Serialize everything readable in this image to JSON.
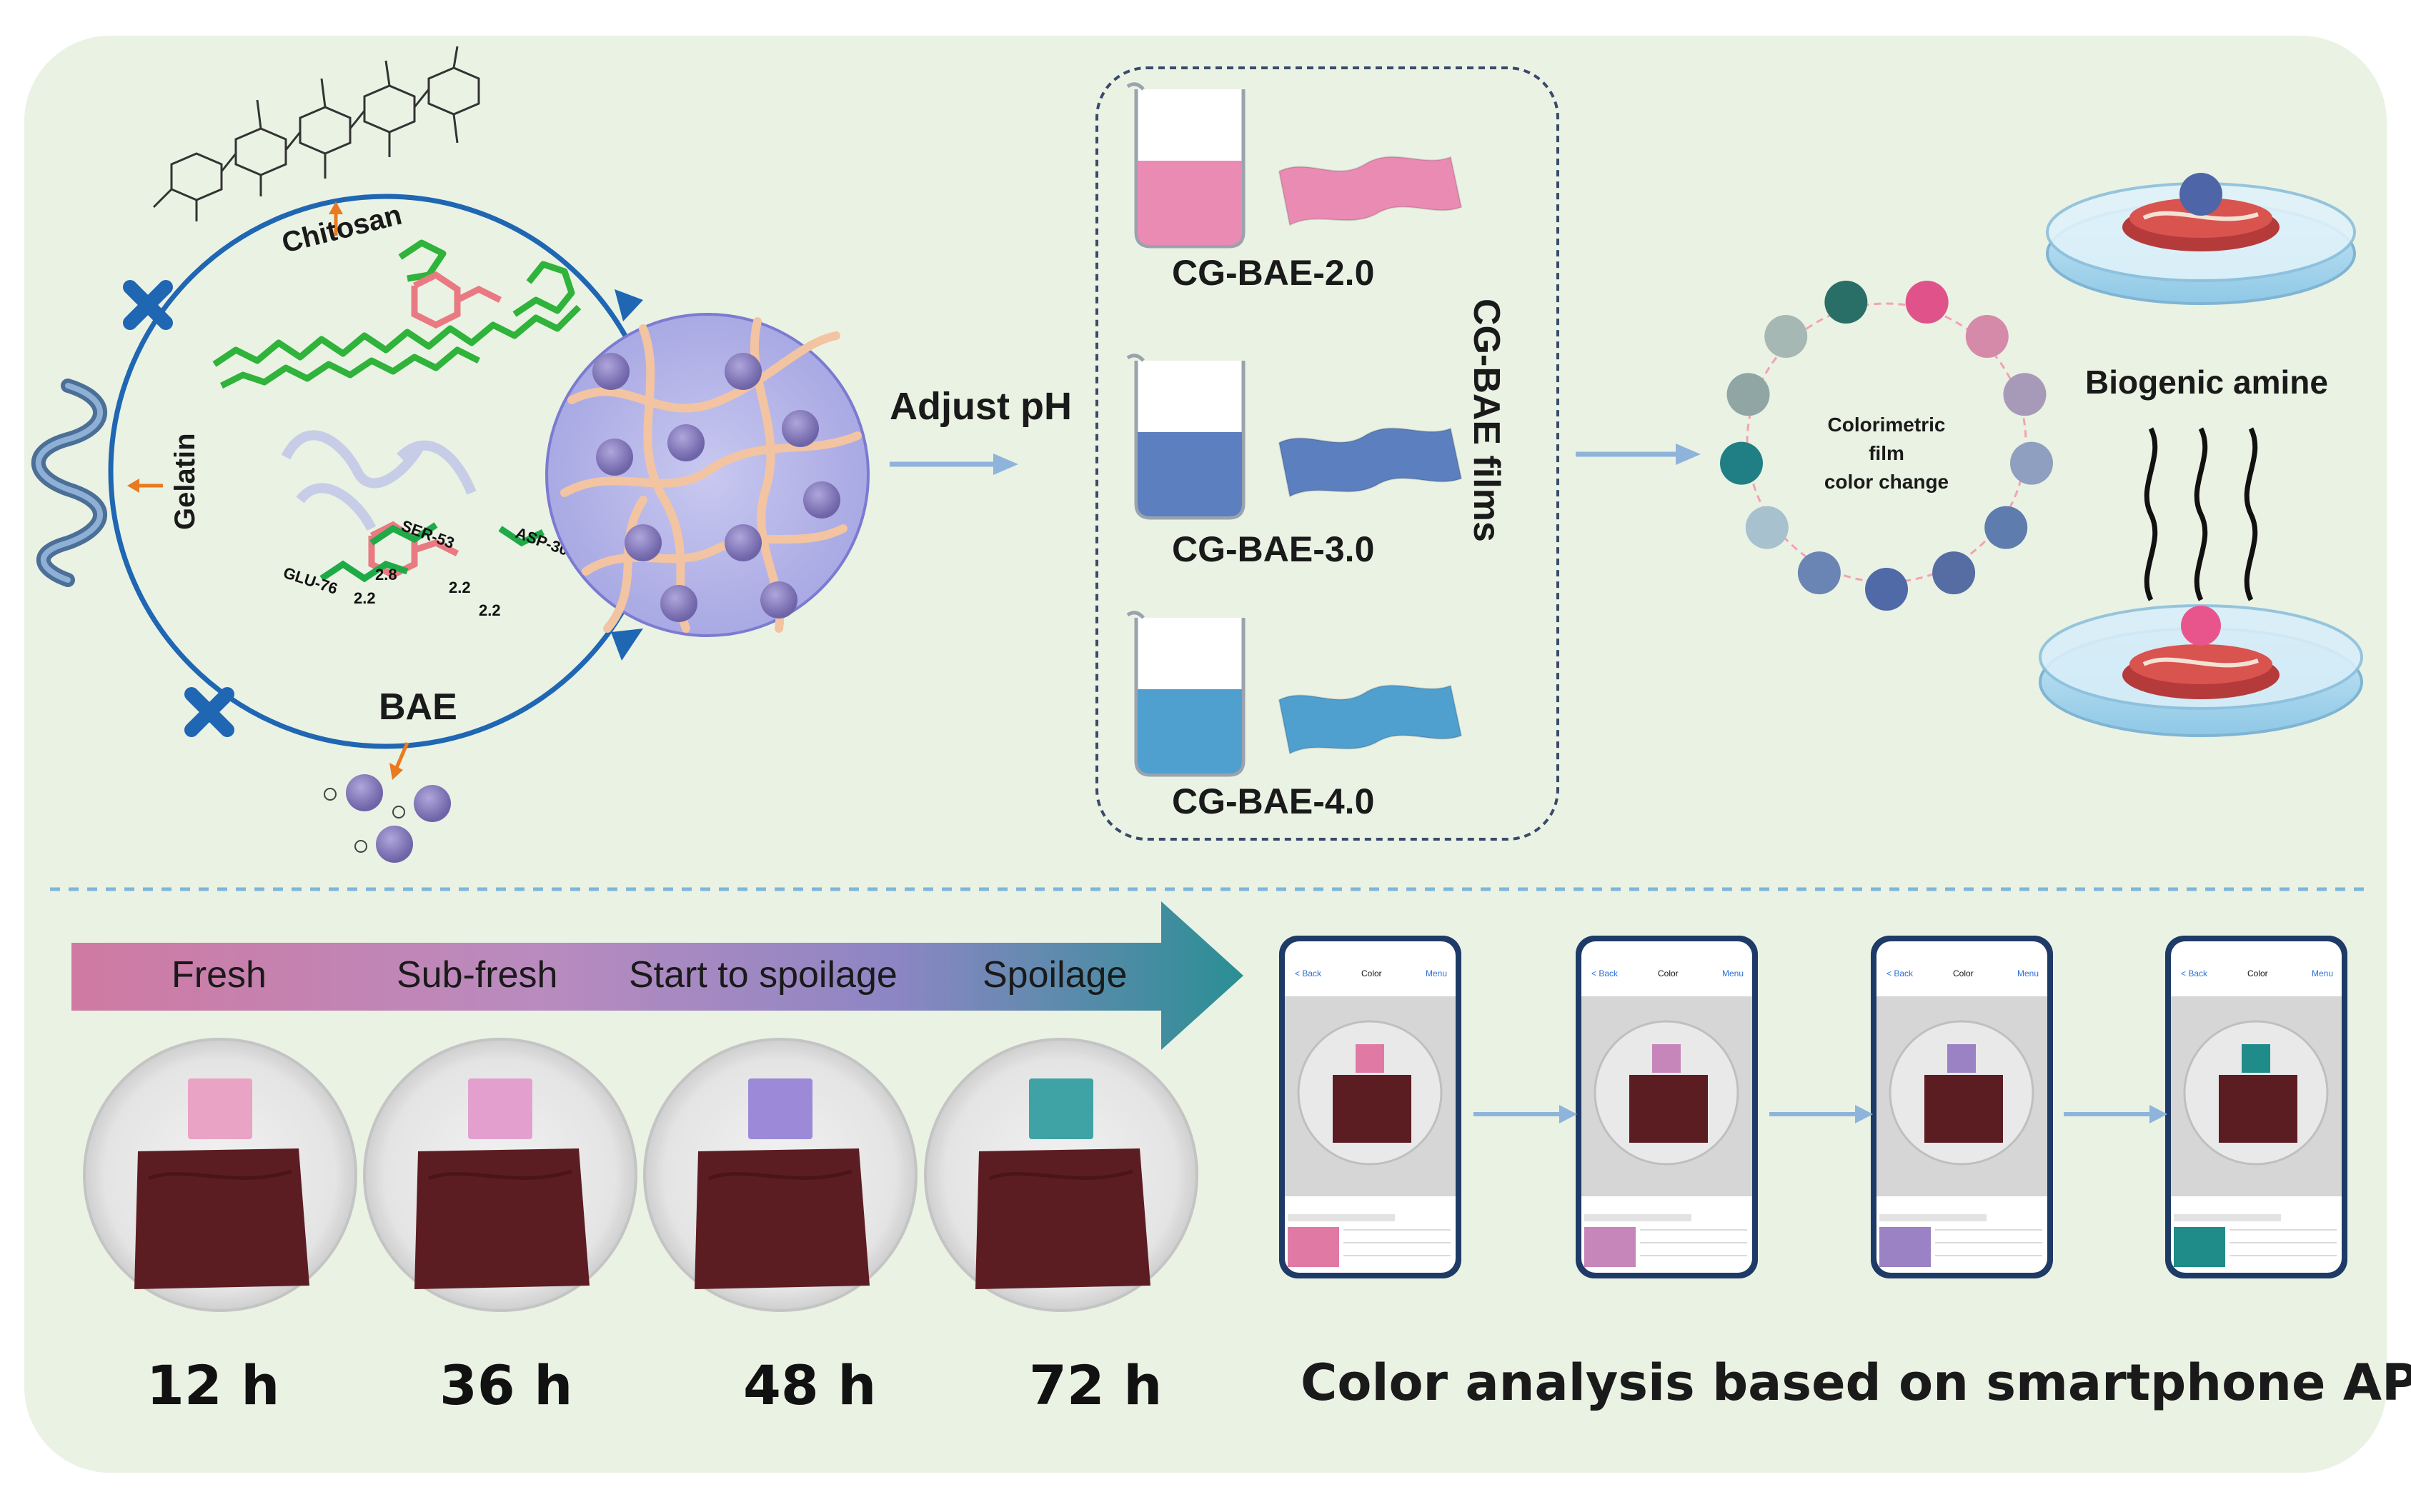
{
  "top": {
    "chitosan_label": "Chitosan",
    "gelatin_label": "Gelatin",
    "bae_label": "BAE",
    "adjust_ph_label": "Adjust pH",
    "residues": [
      "SER-53",
      "ASP-30",
      "GLU-76"
    ],
    "bond_lengths": [
      "2.8",
      "2.2",
      "2.2",
      "2.2"
    ],
    "films_group_label": "CG-BAE films",
    "films": [
      {
        "label": "CG-BAE-2.0",
        "color": "#e98bb3"
      },
      {
        "label": "CG-BAE-3.0",
        "color": "#5b7fbf"
      },
      {
        "label": "CG-BAE-4.0",
        "color": "#4f9fcf"
      }
    ],
    "ring_center_label": "Colorimetric film\ncolor change",
    "ring_colors": [
      "#e0538a",
      "#d68aa9",
      "#a79ab9",
      "#8e9fbf",
      "#5e7cad",
      "#556da3",
      "#4f6aa7",
      "#6a85b3",
      "#a7c1cf",
      "#1f7f84",
      "#8fa6a4",
      "#a5b8b4",
      "#2a6e68"
    ],
    "biogenic_label": "Biogenic amine",
    "dish_top_dot": "#4e66a7",
    "dish_bottom_dot": "#e8558d"
  },
  "bottom": {
    "stages": [
      "Fresh",
      "Sub-fresh",
      "Start to spoilage",
      "Spoilage"
    ],
    "times": [
      "12 h",
      "36 h",
      "48 h",
      "72 h"
    ],
    "film_colors": [
      "#e9a3c4",
      "#e3a0cf",
      "#9c8ad8",
      "#3fa3a5"
    ],
    "app_caption": "Color analysis based on smartphone APP",
    "phone_title": "Color",
    "phone_back": "< Back",
    "phone_menu": "Menu",
    "phone_colors": [
      "#e07aa5",
      "#c786ba",
      "#9b82c4",
      "#1f8c8a"
    ]
  }
}
